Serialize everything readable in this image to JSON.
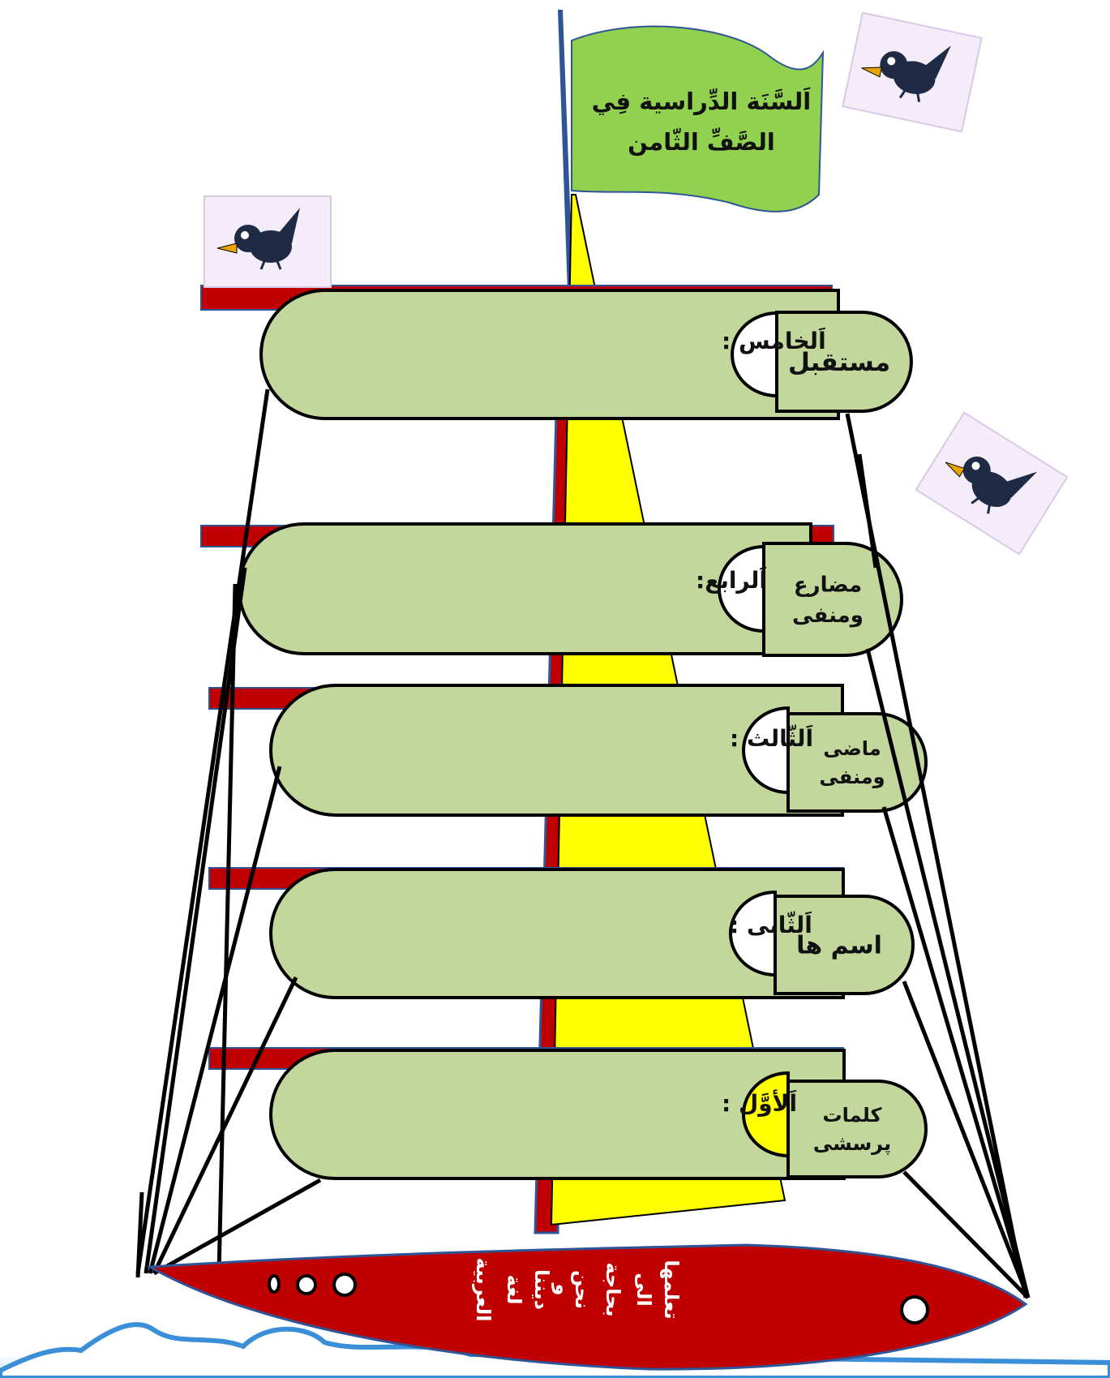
{
  "flag": {
    "line1": "اَلسَّنَة الدِّراسية فِي",
    "line2": "الصَّفِّ الثّامن"
  },
  "levels": [
    {
      "label": "اَلخامس :",
      "tab": [
        "مستقبل"
      ]
    },
    {
      "label": "اَلرابع:",
      "tab": [
        "مضارع",
        "ومنفى"
      ]
    },
    {
      "label": "اَلثّالث :",
      "tab": [
        "ماضى",
        "ومنفى"
      ]
    },
    {
      "label": "اَلثّانى :",
      "tab": [
        "اسم ها"
      ]
    },
    {
      "label": "اَلأوَّل :",
      "tab": [
        "كلمات",
        "پرسشى"
      ]
    }
  ],
  "boat": {
    "words": [
      "العربية",
      "لغة",
      "ديننا",
      "و",
      "نحن",
      "بحاجة",
      "الى",
      "تعلمها"
    ]
  },
  "crow_stickers": [
    "crow-icon",
    "crow-icon",
    "crow-icon"
  ],
  "colors": {
    "flag": "#92d050",
    "pill": "#c3d69b",
    "mast_red": "#c00000",
    "mast_blue": "#2e5597",
    "sail_yellow": "#ffff00",
    "hull": "#c00000",
    "wave": "#3a8fd8",
    "text": "#111111",
    "boat_text": "#ffffff"
  }
}
